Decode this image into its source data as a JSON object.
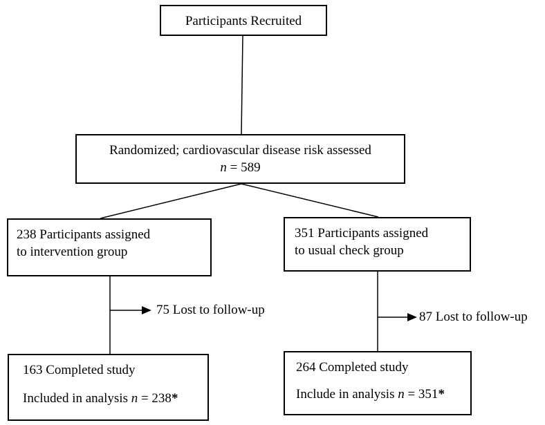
{
  "recruited": {
    "label": "Participants Recruited"
  },
  "randomized": {
    "line1": "Randomized; cardiovascular disease risk assessed",
    "n_symbol": "n",
    "n_rest": " = 589"
  },
  "intervention": {
    "line1": "238 Participants assigned",
    "line2": "to intervention group",
    "lost": "75 Lost to follow-up",
    "completed": "163 Completed study",
    "included_prefix": "Included in analysis ",
    "n_symbol": "n",
    "n_rest": " = 238",
    "asterisk": "*"
  },
  "usual": {
    "line1": "351 Participants assigned",
    "line2": "to usual check group",
    "lost": "87 Lost to follow-up",
    "completed": "264 Completed study",
    "included_prefix": "Include in analysis ",
    "n_symbol": "n",
    "n_rest": " = 351",
    "asterisk": "*"
  }
}
